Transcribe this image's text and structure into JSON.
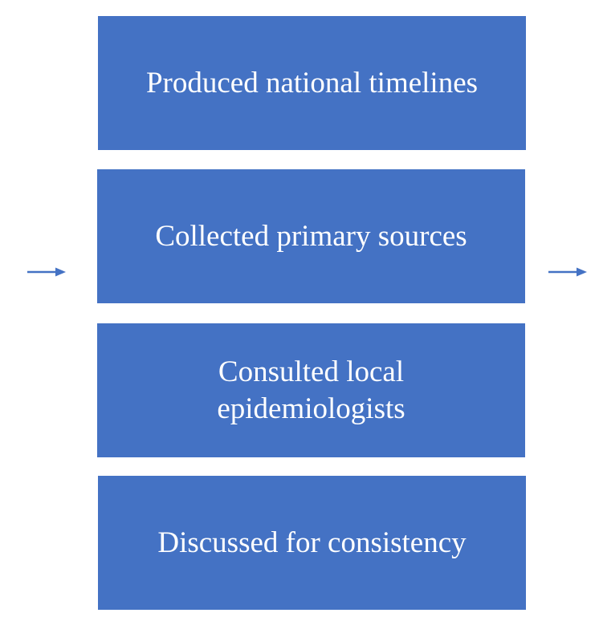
{
  "diagram": {
    "steps": [
      {
        "label": "Produced national timelines"
      },
      {
        "label": "Collected primary sources"
      },
      {
        "label": "Consulted local epidemiologists"
      },
      {
        "label": "Discussed for consistency"
      }
    ],
    "colors": {
      "box_fill": "#4472c4",
      "box_text": "#ffffff",
      "arrow": "#4472c4"
    },
    "icons": {
      "input_arrow": "arrow-right-icon",
      "output_arrow": "arrow-right-icon"
    }
  }
}
